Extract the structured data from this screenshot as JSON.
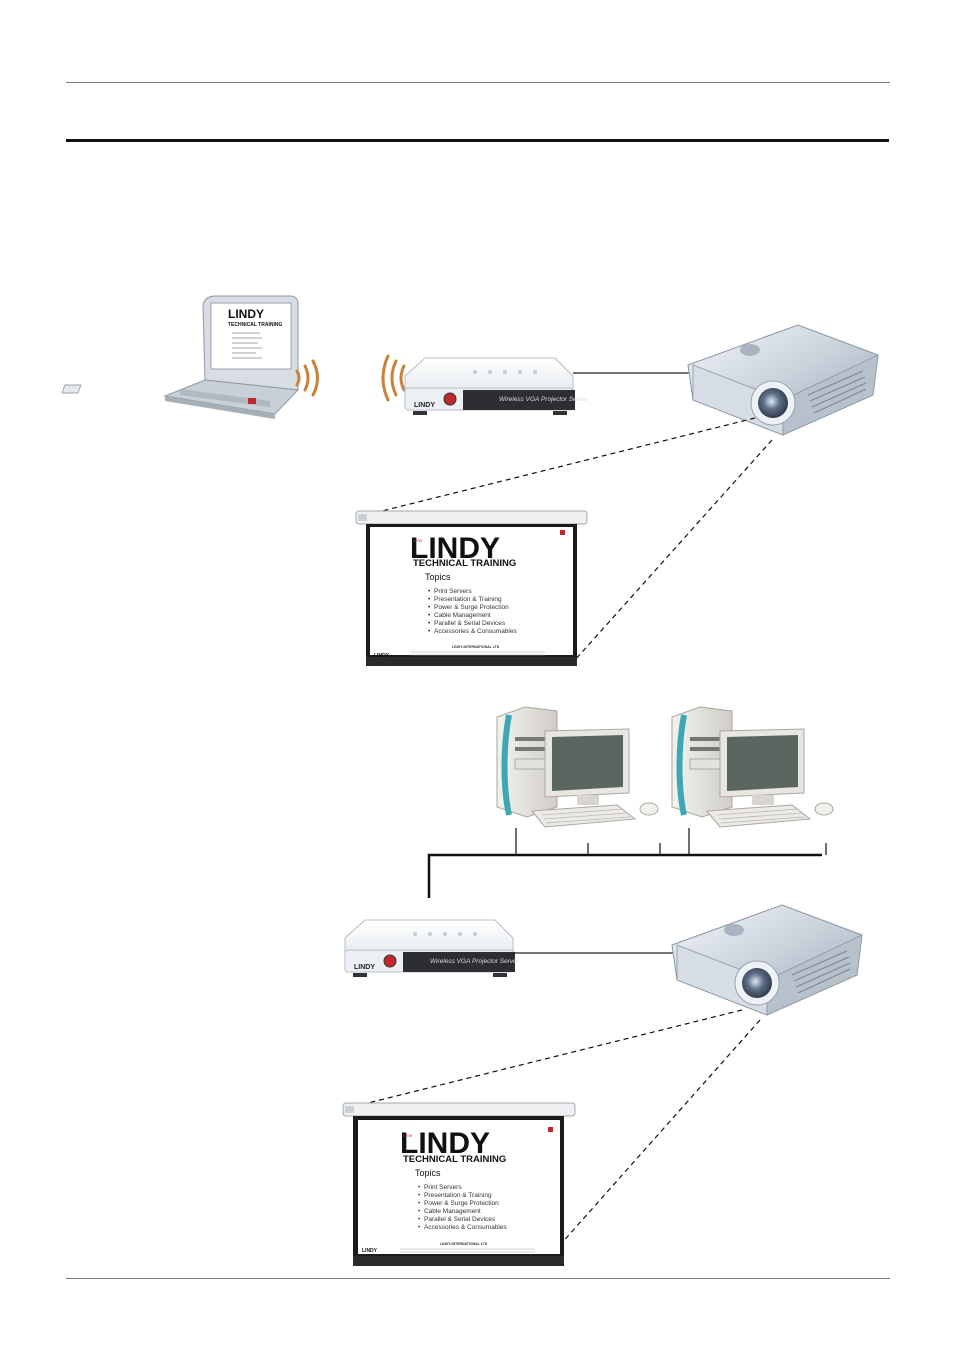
{
  "brand": {
    "logo_text": "LINDY",
    "training_title": "TECHNICAL TRAINING",
    "tag": "NEW"
  },
  "device": {
    "label": "Wireless VGA Projector Server"
  },
  "slide": {
    "heading": "Topics",
    "items": [
      "Print Servers",
      "Presentation & Training",
      "Power & Surge Protection",
      "Cable Management",
      "Parallel & Serial Devices",
      "Accessories & Consumables"
    ],
    "footer": "LINDY-INTERNATIONAL LTD"
  },
  "colors": {
    "brand_red": "#c0282d",
    "signal_orange": "#c8823a",
    "monitor_screen": "#5c6660",
    "pc_teal": "#3ea6b5"
  }
}
